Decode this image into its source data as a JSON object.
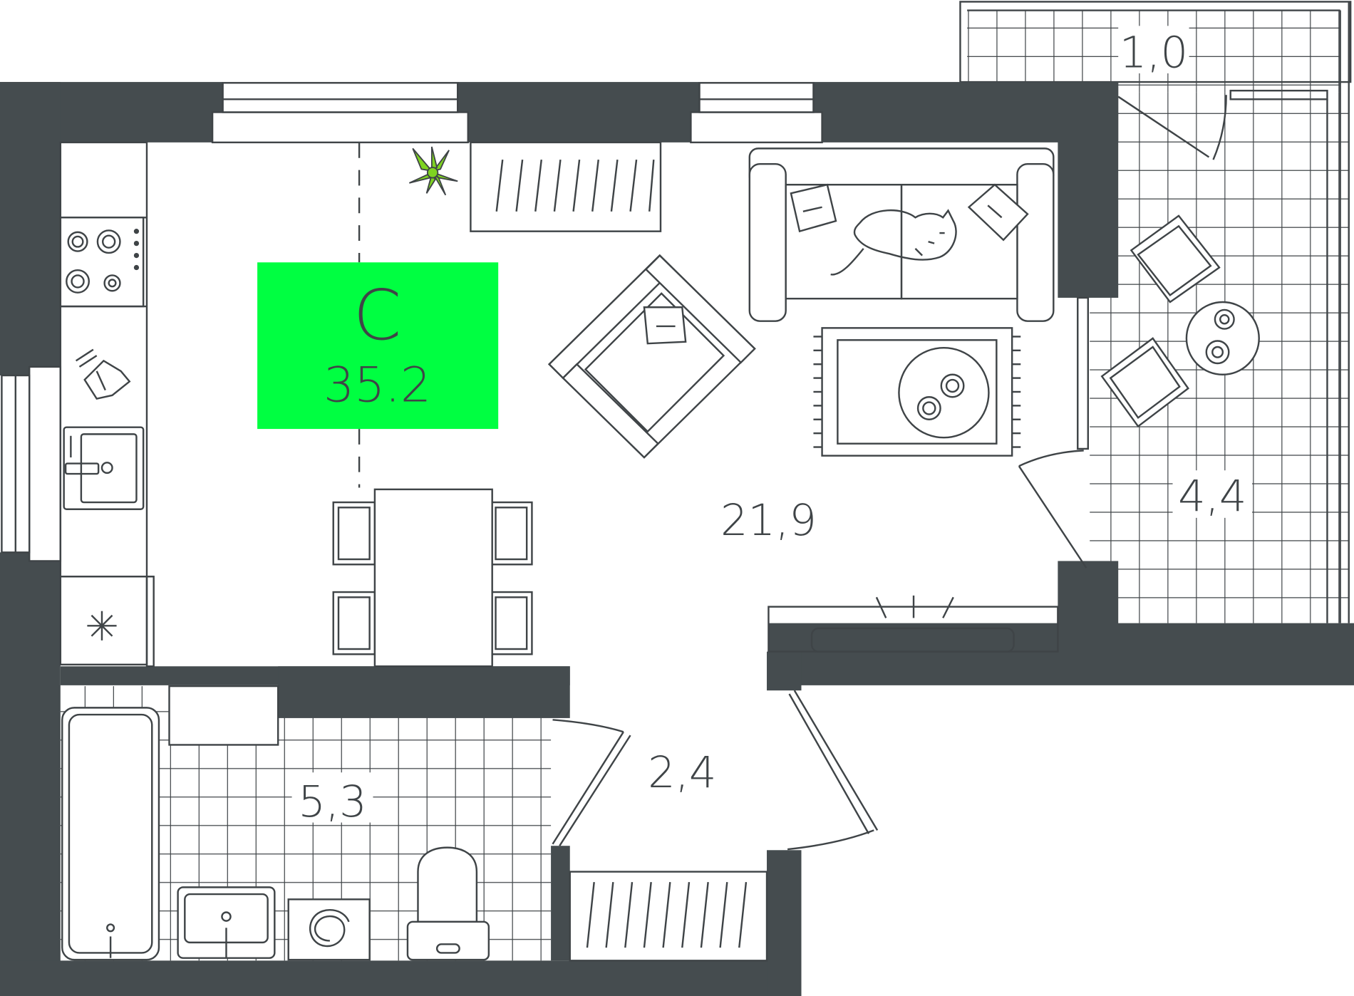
{
  "apartment": {
    "type_label": "C",
    "total_area": "35.2"
  },
  "rooms": {
    "living": {
      "area": "21,9"
    },
    "balcony_large": {
      "area": "4,4"
    },
    "balcony_small": {
      "area": "1,0"
    },
    "bathroom": {
      "area": "5,3"
    },
    "hallway": {
      "area": "2,4"
    }
  },
  "colors": {
    "wall": "#454c4f",
    "line": "#3f4447",
    "badge": "#00ff41",
    "plant": "#7ed321",
    "background": "#ffffff"
  },
  "icons": [
    "plant-icon",
    "cat-icon",
    "stove-icon",
    "sink-icon",
    "fan-icon",
    "cutting-board-icon",
    "toilet-icon",
    "washing-machine-icon",
    "bathtub-icon",
    "tv-icon"
  ]
}
